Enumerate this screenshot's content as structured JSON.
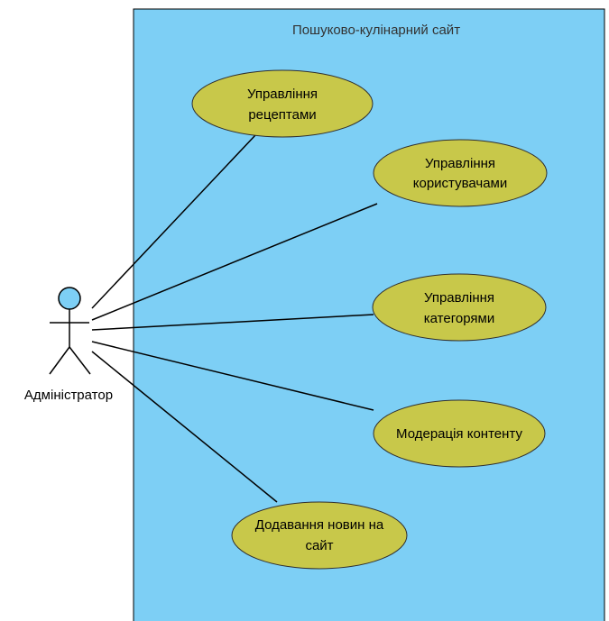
{
  "system": {
    "title": "Пошуково-кулінарний сайт"
  },
  "actor": {
    "label": "Адміністратор"
  },
  "use_cases": [
    {
      "id": "recipes",
      "lines": [
        "Управління",
        "рецептами"
      ]
    },
    {
      "id": "users",
      "lines": [
        "Управління",
        "користувачами"
      ]
    },
    {
      "id": "categories",
      "lines": [
        "Управління",
        "категорями"
      ]
    },
    {
      "id": "moderation",
      "lines": [
        "Модерація контенту"
      ]
    },
    {
      "id": "news",
      "lines": [
        "Додавання новин на",
        "сайт"
      ]
    }
  ],
  "colors": {
    "system_fill": "#7dcff5",
    "system_stroke": "#000000",
    "use_case_fill": "#c8c84a",
    "use_case_stroke": "#2f2f2f",
    "actor_head_fill": "#7dcff5",
    "line": "#000000"
  }
}
